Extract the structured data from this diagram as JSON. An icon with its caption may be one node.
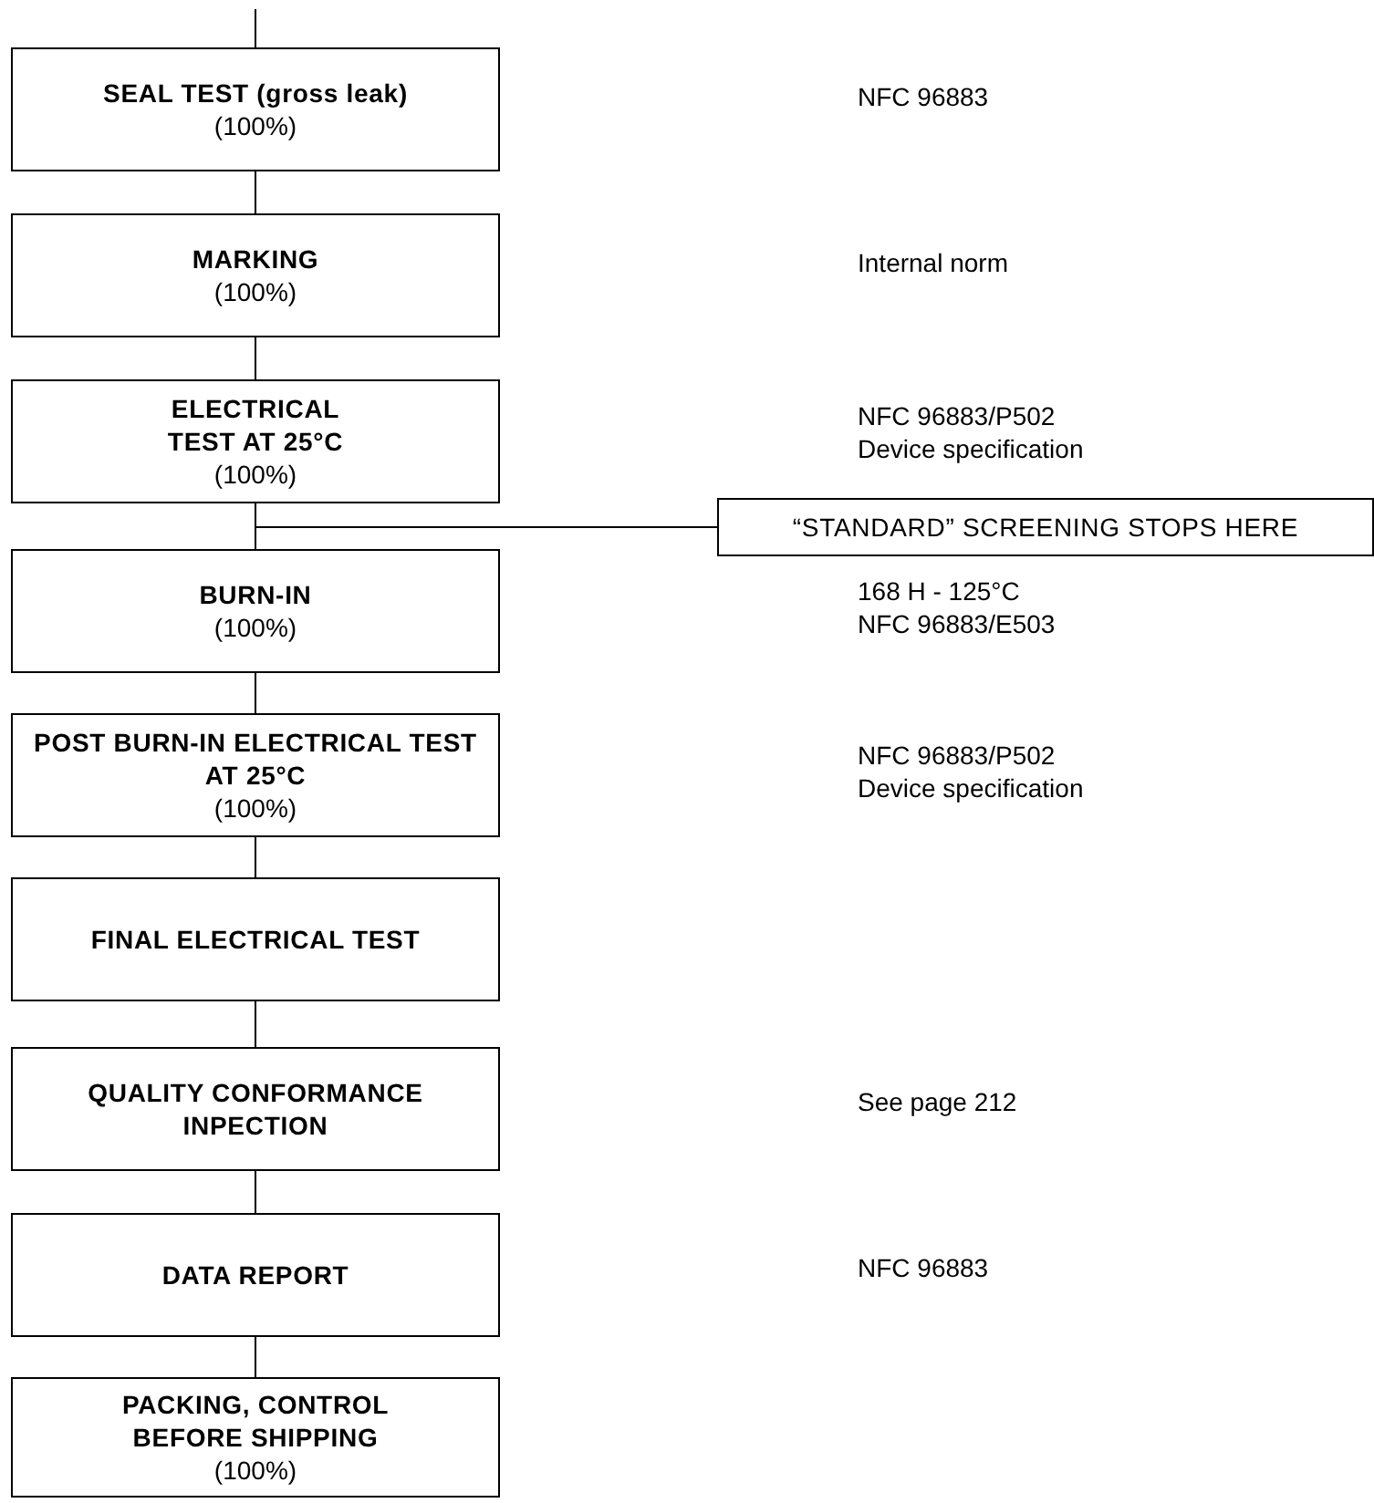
{
  "diagram": {
    "nodes": [
      {
        "text": [
          "SEAL TEST (gross leak)",
          "(100%)"
        ]
      },
      {
        "text": [
          "MARKING",
          "(100%)"
        ]
      },
      {
        "text": [
          "ELECTRICAL TEST AT 25°C",
          "(100%)"
        ]
      },
      {
        "text": [
          "“STANDARD” SCREENING STOPS HERE"
        ]
      },
      {
        "text": [
          "BURN-IN",
          "(100%)"
        ]
      },
      {
        "text": [
          "POST BURN-IN ELECTRICAL TEST AT 25°C",
          "(100%)"
        ]
      },
      {
        "text": [
          "FINAL ELECTRICAL TEST"
        ]
      },
      {
        "text": [
          "QUALITY CONFORMANCE INPECTION"
        ]
      },
      {
        "text": [
          "DATA REPORT"
        ]
      },
      {
        "text": [
          "PACKING, CONTROL BEFORE SHIPPING",
          "(100%)"
        ]
      }
    ],
    "edges": [
      {
        "from": null,
        "to": 0,
        "arrow": "none"
      },
      {
        "from": 0,
        "to": 1,
        "arrow": "none"
      },
      {
        "from": 1,
        "to": 2,
        "arrow": "none"
      },
      {
        "from": 2,
        "to": 3,
        "arrow": "none"
      },
      {
        "from": 2,
        "to": 4,
        "arrow": "none"
      },
      {
        "from": 4,
        "to": 5,
        "arrow": "none"
      },
      {
        "from": 5,
        "to": 6,
        "arrow": "none"
      },
      {
        "from": 6,
        "to": 7,
        "arrow": "none"
      },
      {
        "from": 7,
        "to": 8,
        "arrow": "none"
      },
      {
        "from": 8,
        "to": 9,
        "arrow": "none"
      }
    ],
    "labels": [
      "NFC 96883",
      "Internal norm",
      "NFC 96883/P502",
      "Device specification",
      "168 H - 125°C",
      "NFC 96883/E503",
      "NFC 96883/P502",
      "Device specification",
      "See page 212",
      "NFC 96883"
    ]
  }
}
